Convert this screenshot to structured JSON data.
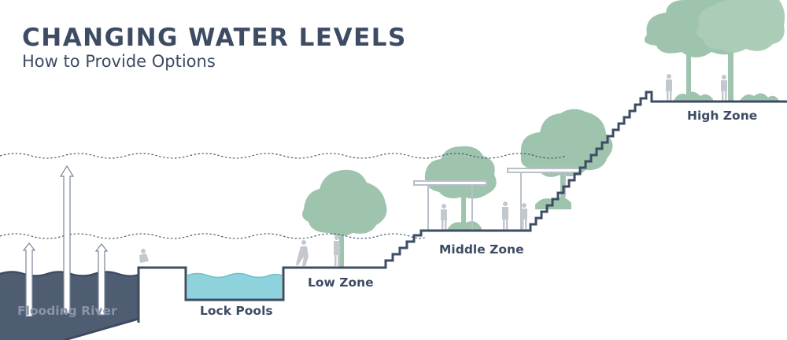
{
  "header": {
    "title": "CHANGING WATER LEVELS",
    "subtitle": "How to Provide Options"
  },
  "zones": [
    {
      "label": "Flooding River"
    },
    {
      "label": "Lock Pools"
    },
    {
      "label": "Low Zone"
    },
    {
      "label": "Middle Zone"
    },
    {
      "label": "High Zone"
    }
  ],
  "colors": {
    "ink": "#3d4c63",
    "river": "#4f5d73",
    "pool": "#8ed3dc",
    "foliage": "#9fc4ae",
    "figure": "#c3c8ce"
  }
}
